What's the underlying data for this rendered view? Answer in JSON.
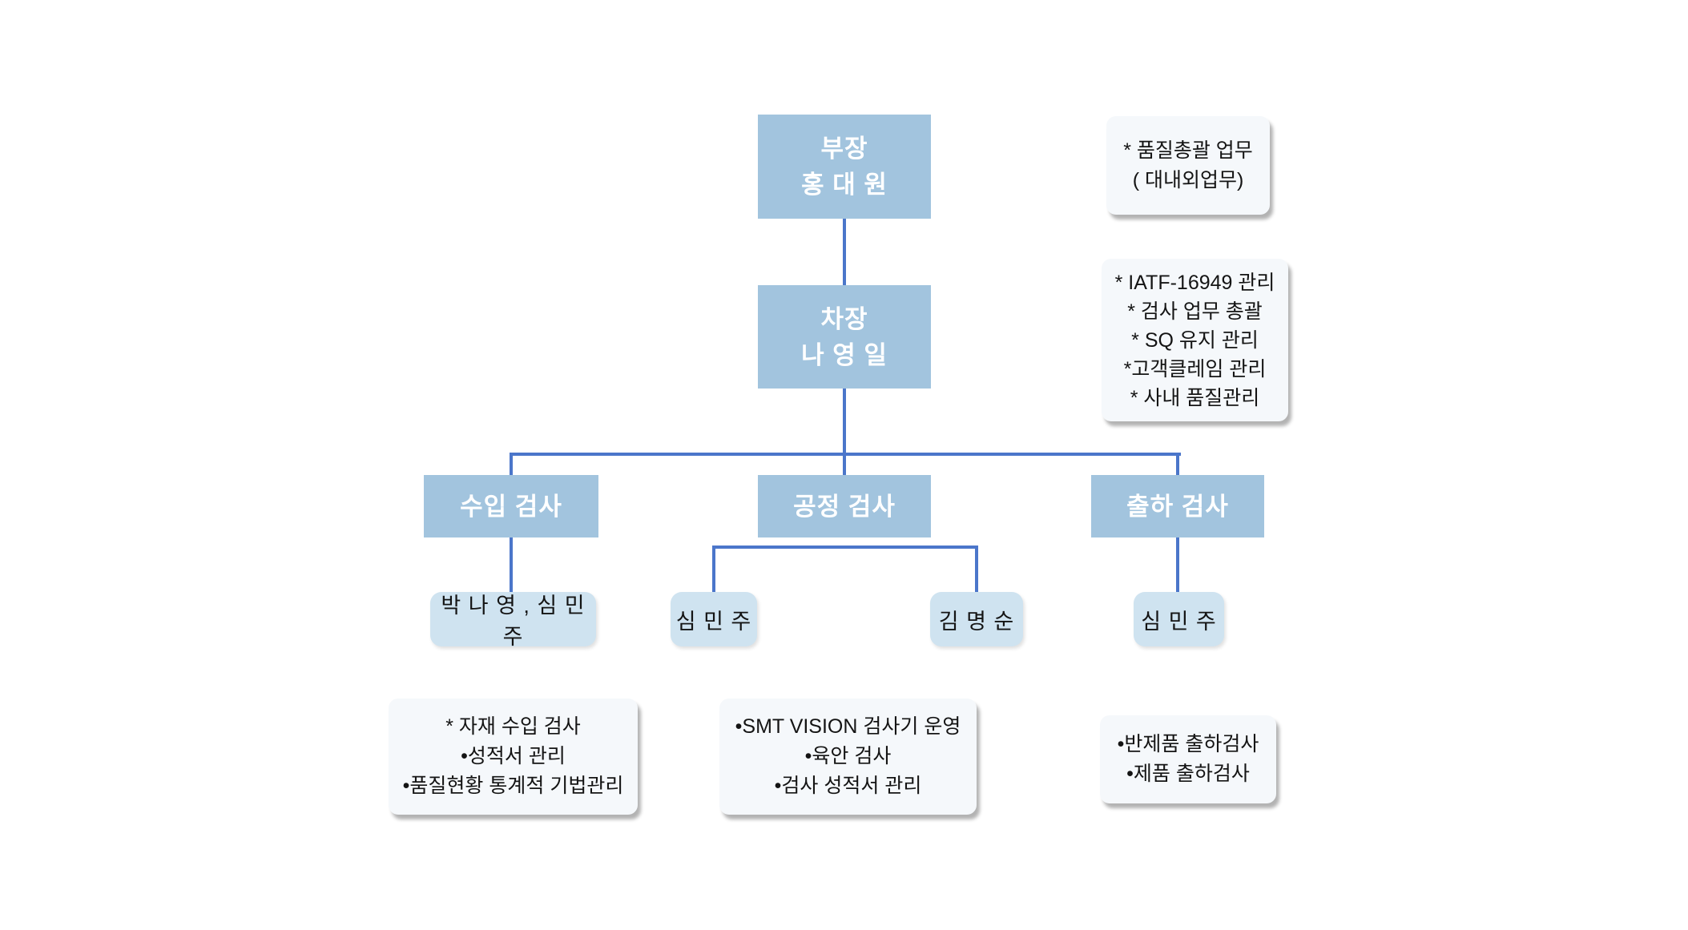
{
  "colors": {
    "background": "#ffffff",
    "node_fill": "#a2c4de",
    "node_text": "#ffffff",
    "pill_fill": "#cfe3f0",
    "note_fill": "#f5f8fb",
    "connector": "#4b76ca",
    "text": "#141414"
  },
  "nodes": {
    "manager": {
      "title": "부장",
      "name": "홍 대 원"
    },
    "deputy": {
      "title": "차장",
      "name": "나 영 일"
    },
    "incoming": {
      "label": "수입 검사",
      "member": "박 나 영 , 심 민 주"
    },
    "process": {
      "label": "공정 검사",
      "member_1": "심 민 주",
      "member_2": "김 명 순"
    },
    "outgoing": {
      "label": "출하 검사",
      "member": "심 민 주"
    }
  },
  "notes": {
    "manager": {
      "lines": [
        "* 품질총괄 업무",
        "( 대내외업무)"
      ]
    },
    "deputy": {
      "lines": [
        "* IATF-16949 관리",
        "* 검사 업무 총괄",
        "* SQ 유지 관리",
        "*고객클레임 관리",
        "* 사내 품질관리"
      ]
    },
    "incoming": {
      "lines": [
        "* 자재  수입 검사",
        "•성적서  관리",
        "•품질현황 통계적 기법관리"
      ]
    },
    "process": {
      "lines": [
        "•SMT VISION 검사기 운영",
        "•육안 검사",
        "•검사 성적서 관리"
      ]
    },
    "outgoing": {
      "lines": [
        "•반제품 출하검사",
        "•제품 출하검사"
      ]
    }
  }
}
